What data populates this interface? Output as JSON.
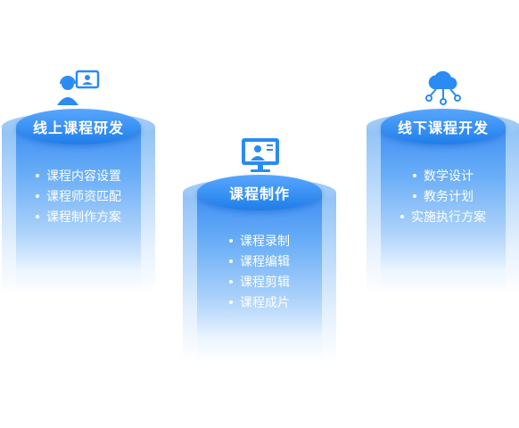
{
  "columns": [
    {
      "title": "线上课程研发",
      "icon": "online-teacher-icon",
      "items": [
        "课程内容设置",
        "课程师资匹配",
        "课程制作方案"
      ]
    },
    {
      "title": "课程制作",
      "icon": "video-screen-icon",
      "items": [
        "课程录制",
        "课程编辑",
        "课程剪辑",
        "课程成片"
      ]
    },
    {
      "title": "线下课程开发",
      "icon": "cloud-network-icon",
      "items": [
        "数学设计",
        "教务计划",
        "实施执行方案"
      ]
    }
  ],
  "colors": {
    "accent": "#1f7ee9",
    "icon": "#2a8bf2"
  }
}
